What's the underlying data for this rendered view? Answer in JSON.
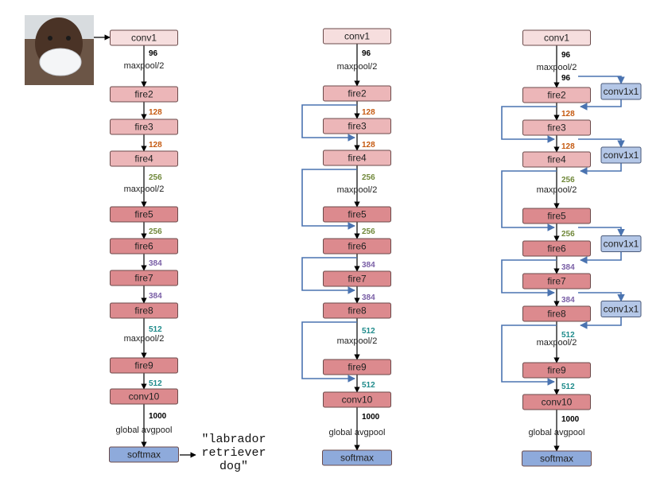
{
  "colors": {
    "conv1": "#f6dede",
    "fire_light": "#ecb6b8",
    "fire_dark": "#dc8a8e",
    "softmax": "#8eaadb",
    "conv1x1": "#b4c7e7",
    "bypass": "#4a73b0",
    "n96": "#000000",
    "n128": "#c55a11",
    "n256": "#70883a",
    "n384": "#7a5fa6",
    "n512": "#1f8b8b",
    "n1000": "#000000"
  },
  "input": {
    "icon": "face-mask-photo",
    "output": [
      "\"labrador",
      "retriever",
      "dog\""
    ]
  },
  "labels": {
    "conv1": "conv1",
    "fire2": "fire2",
    "fire3": "fire3",
    "fire4": "fire4",
    "fire5": "fire5",
    "fire6": "fire6",
    "fire7": "fire7",
    "fire8": "fire8",
    "fire9": "fire9",
    "conv10": "conv10",
    "softmax": "softmax",
    "maxpool": "maxpool/2",
    "gap": "global avgpool",
    "conv1x1": "conv1x1"
  },
  "numbers": {
    "n96": "96",
    "n128": "128",
    "n256": "256",
    "n384": "384",
    "n512": "512",
    "n1000": "1000"
  }
}
